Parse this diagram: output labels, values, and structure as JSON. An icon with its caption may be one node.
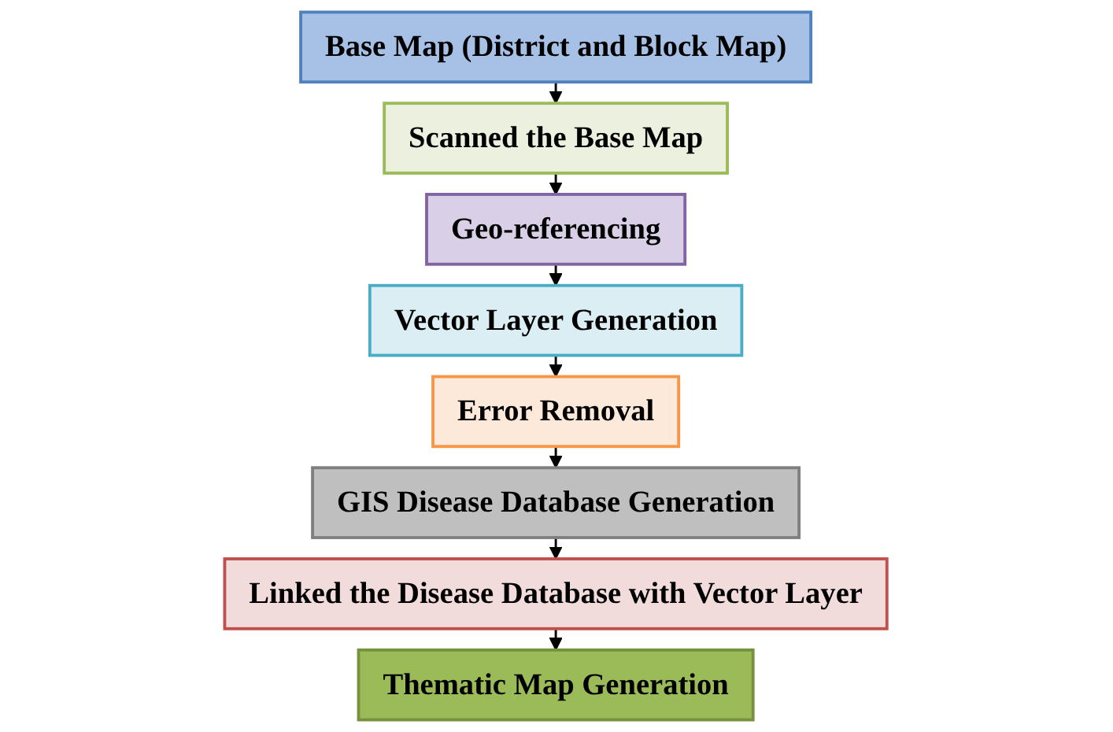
{
  "diagram": {
    "nodes": [
      {
        "text": [
          "Base Map (District and Block Map)"
        ]
      },
      {
        "text": [
          "Scanned the Base Map"
        ]
      },
      {
        "text": [
          "Geo-referencing"
        ]
      },
      {
        "text": [
          "Vector Layer Generation"
        ]
      },
      {
        "text": [
          "Error Removal"
        ]
      },
      {
        "text": [
          "GIS Disease Database Generation"
        ]
      },
      {
        "text": [
          "Linked the Disease Database with Vector Layer"
        ]
      },
      {
        "text": [
          "Thematic Map Generation"
        ]
      }
    ],
    "edges": [
      {
        "from": 0,
        "to": 1,
        "arrow": "to"
      },
      {
        "from": 1,
        "to": 2,
        "arrow": "to"
      },
      {
        "from": 2,
        "to": 3,
        "arrow": "to"
      },
      {
        "from": 3,
        "to": 4,
        "arrow": "to"
      },
      {
        "from": 4,
        "to": 5,
        "arrow": "to"
      },
      {
        "from": 5,
        "to": 6,
        "arrow": "to"
      },
      {
        "from": 6,
        "to": 7,
        "arrow": "to"
      }
    ]
  }
}
